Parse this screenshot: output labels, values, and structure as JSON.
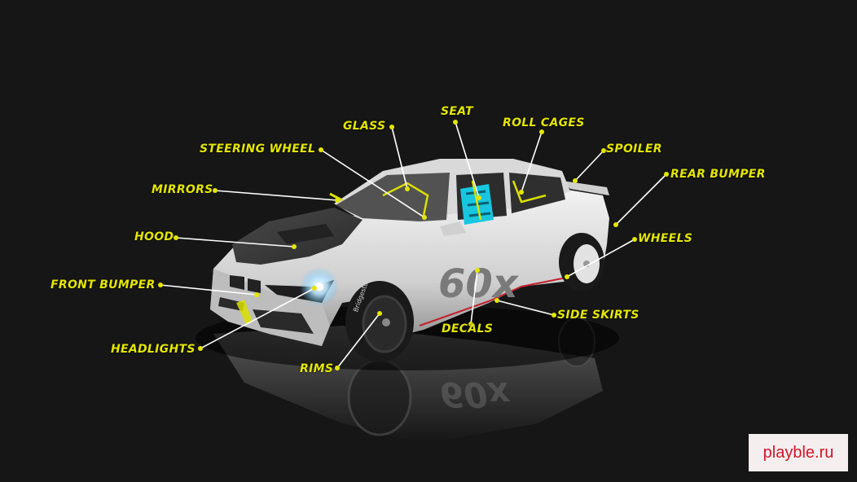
{
  "callouts": [
    {
      "id": "glass",
      "text": "GLASS"
    },
    {
      "id": "seat",
      "text": "SEAT"
    },
    {
      "id": "roll-cages",
      "text": "ROLL CAGES"
    },
    {
      "id": "steering-wheel",
      "text": "STEERING WHEEL"
    },
    {
      "id": "spoiler",
      "text": "SPOILER"
    },
    {
      "id": "rear-bumper",
      "text": "REAR BUMPER"
    },
    {
      "id": "mirrors",
      "text": "MIRRORS"
    },
    {
      "id": "hood",
      "text": "HOOD"
    },
    {
      "id": "wheels",
      "text": "WHEELS"
    },
    {
      "id": "front-bumper",
      "text": "FRONT BUMPER"
    },
    {
      "id": "side-skirts",
      "text": "SIDE SKIRTS"
    },
    {
      "id": "decals",
      "text": "DECALS"
    },
    {
      "id": "headlights",
      "text": "HEADLIGHTS"
    },
    {
      "id": "rims",
      "text": "RIMS"
    }
  ],
  "car": {
    "decal_text": "60x",
    "tire_text": "Bridgestone"
  },
  "watermark": {
    "text": "playble.ru"
  },
  "colors": {
    "accent": "#e3e600",
    "background": "#161616",
    "body": "#d8d8d8",
    "hood": "#3a3a3a",
    "seat": "#18c6e0"
  }
}
